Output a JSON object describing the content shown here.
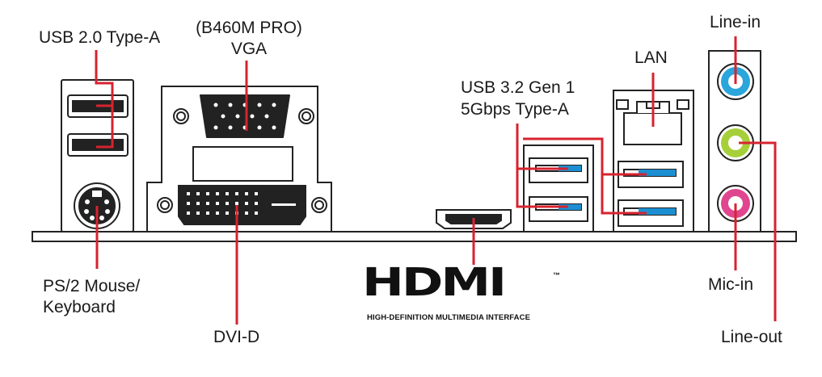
{
  "labels": {
    "usb2": "USB 2.0 Type-A",
    "vga_line1": "(B460M PRO)",
    "vga_line2": "VGA",
    "lan": "LAN",
    "usb32_line1": "USB 3.2 Gen 1",
    "usb32_line2": "5Gbps Type-A",
    "line_in": "Line-in",
    "ps2_line1": "PS/2 Mouse/",
    "ps2_line2": "Keyboard",
    "dvi": "DVI-D",
    "mic_in": "Mic-in",
    "line_out": "Line-out"
  },
  "hdmi_logo": {
    "word": "HDMI",
    "tm": "™",
    "tagline": "HIGH-DEFINITION MULTIMEDIA INTERFACE"
  },
  "colors": {
    "leader": "#d7232f",
    "outline": "#222222",
    "usb3_tab": "#1b8fd2",
    "line_in_jack": "#2aa6dc",
    "line_out_jack": "#a6cf39",
    "mic_in_jack": "#e0458f"
  }
}
